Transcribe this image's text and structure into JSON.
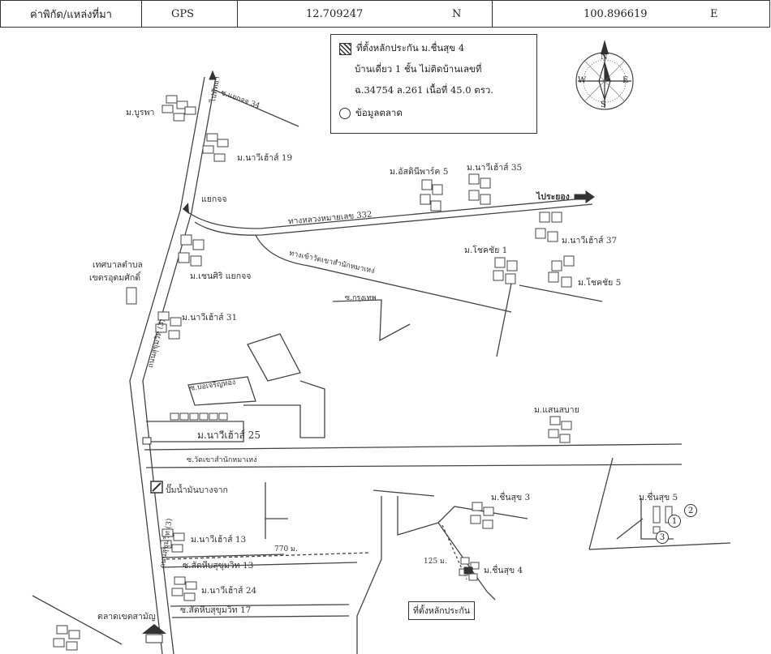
{
  "header": {
    "label": "ค่าพิกัด/แหล่งที่มา",
    "source": "GPS",
    "lat": "12.709247",
    "lat_dir": "N",
    "lon": "100.896619",
    "lon_dir": "E"
  },
  "legend": {
    "line1": "ที่ตั้งหลักประกัน ม.ชื่นสุข 4",
    "line2": "บ้านเดี่ยว 1 ชั้น  ไม่ติดบ้านเลขที่",
    "line3": "ฉ.34754  ล.261  เนื้อที่ 45.0 ตรว.",
    "line4": "ข้อมูลตลาด"
  },
  "compass": {
    "n": "N",
    "s": "S",
    "e": "E",
    "w": "W"
  },
  "labels": {
    "burapha": "ม.บูรพา",
    "naviset19": "ม.นาวีเฮ้าส์ 19",
    "asdinipark5": "ม.อัสดินีพาร์ค 5",
    "naviset35": "ม.นาวีเฮ้าส์ 35",
    "to_rayong": "ไประยอง",
    "to_pattaya": "ไปพัทยา",
    "highway332": "ทางหลวงหมายเลข 332",
    "naviset37": "ม.นาวีเฮ้าส์ 37",
    "yaekchor": "แยกจจ",
    "sampan": "ทางเข้าวัดเขาสำนักหมาเหง่",
    "chokchai1": "ม.โชคชัย 1",
    "chokchai5": "ม.โชคชัย 5",
    "sanamthesaban": "เทศบาลตำบล",
    "sanamthesaban2": "เขตรอุดมศักดิ์",
    "chenthip": "ม.เชนศิริ แยกจจ",
    "soi_krungthep": "ซ.กรุงเทพ",
    "naviset31": "ม.นาวีเฮ้าส์ 31",
    "sukhumvit3": "ถนนสุขุมวิท (3)",
    "soi_boon": "ซ.บ่อเจริญทอง",
    "naviset25": "ม.นาวีเฮ้าส์ 25",
    "sansabai": "ม.แสนสบาย",
    "soi_wat": "ซ.วัดเขาสำนักหมาเหง่",
    "gas_station": "ปั๊มน้ำมันบางจาก",
    "chuensuk3": "ม.ชื่นสุข 3",
    "chuensuk5": "ม.ชื่นสุข 5",
    "naviset13": "ม.นาวีเฮ้าส์ 13",
    "dist770": "770 ม.",
    "dist125": "125 ม.",
    "soi_sattahip13": "ซ.สัตหีบสุขุมวิท 13",
    "chuensuk4": "ม.ชื่นสุข 4",
    "naviset24": "ม.นาวีเฮ้าส์ 24",
    "soi_sattahip17": "ซ.สัตหีบสุขุมวิท 17",
    "talad": "ตลาดเขตสามัญ",
    "yaekchor34": "ซ.แยกจจ 34",
    "site_box": "ที่ตั้งหลักประกัน",
    "m1": "1",
    "m2": "2",
    "m3": "3",
    "sukhumvit_road": "ถนนสุขุมวิท (3)"
  }
}
